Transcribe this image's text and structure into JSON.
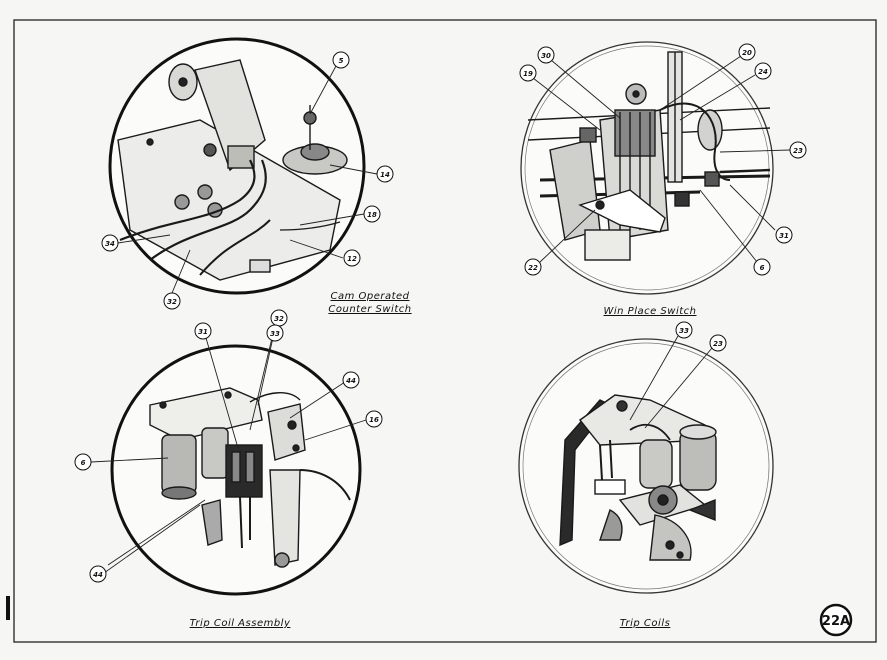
{
  "page_number": "22A",
  "panels": [
    {
      "id": "cam-counter",
      "caption_lines": [
        "Cam Operated",
        "Counter Switch"
      ],
      "callouts": [
        "5",
        "14",
        "18",
        "12",
        "34",
        "32"
      ]
    },
    {
      "id": "win-place",
      "caption_lines": [
        "Win Place Switch"
      ],
      "callouts": [
        "19",
        "30",
        "20",
        "24",
        "23",
        "31",
        "6",
        "22"
      ]
    },
    {
      "id": "trip-coil-assembly",
      "caption_lines": [
        "Trip Coil Assembly"
      ],
      "callouts": [
        "31",
        "32",
        "33",
        "44",
        "16",
        "6",
        "44"
      ]
    },
    {
      "id": "trip-coils",
      "caption_lines": [
        "Trip Coils"
      ],
      "callouts": [
        "33",
        "23"
      ]
    }
  ]
}
